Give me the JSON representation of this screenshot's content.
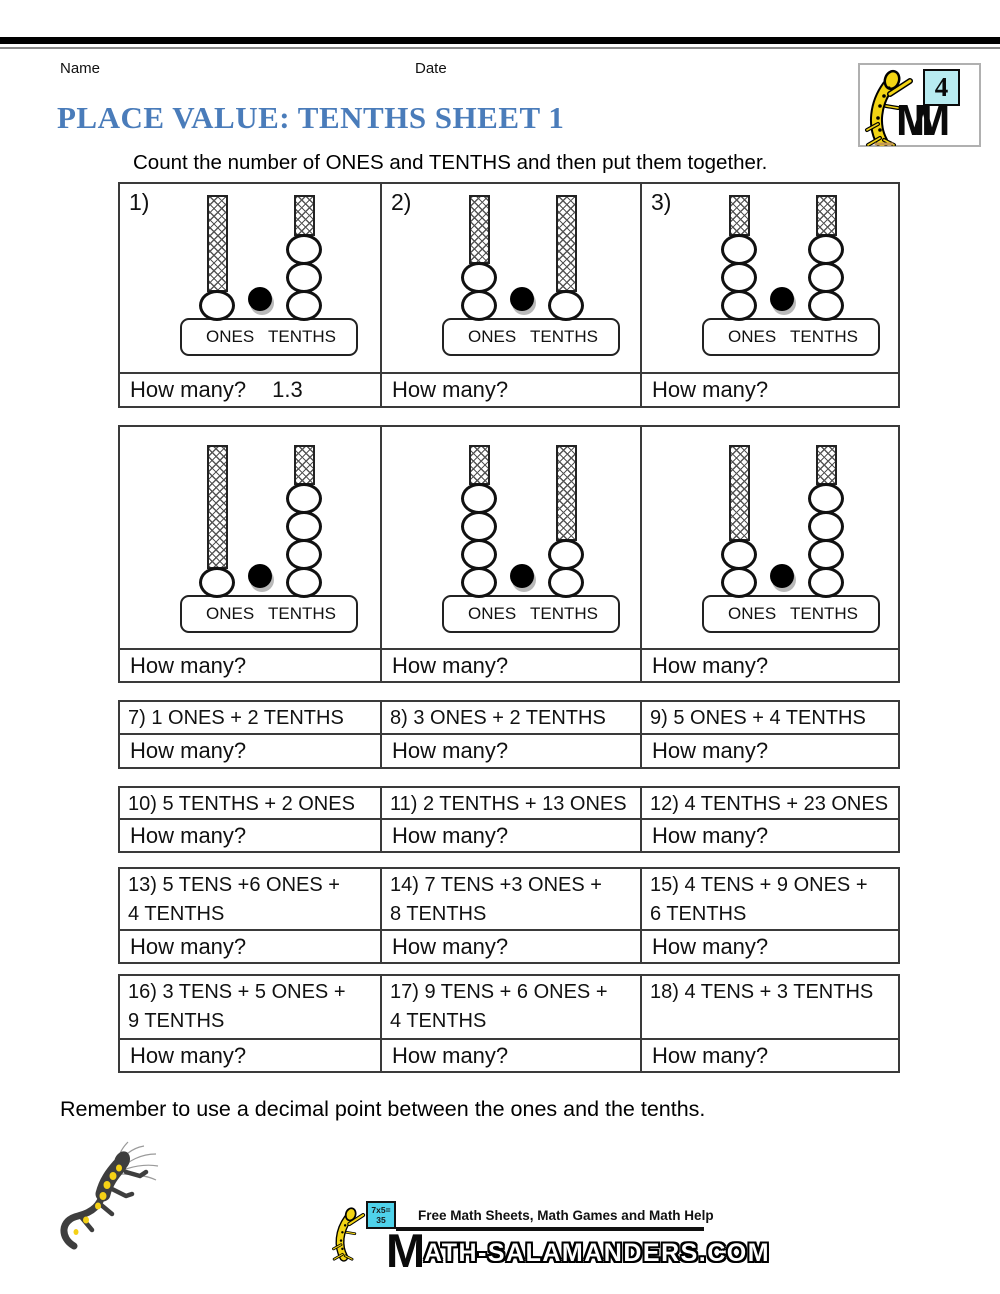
{
  "header": {
    "name_label": "Name",
    "date_label": "Date",
    "grade_badge_number": "4",
    "logo_m": "M",
    "title": "PLACE VALUE: TENTHS SHEET 1",
    "instruction": "Count the number of ONES and TENTHS and then put them together."
  },
  "abacus": {
    "ones_label": "ONES",
    "tenths_label": "TENTHS",
    "how_many_label": "How many?",
    "problems": [
      {
        "number": "1)",
        "ones_beads": 1,
        "tenths_beads": 3,
        "answer": "1.3"
      },
      {
        "number": "2)",
        "ones_beads": 2,
        "tenths_beads": 1,
        "answer": ""
      },
      {
        "number": "3)",
        "ones_beads": 3,
        "tenths_beads": 3,
        "answer": ""
      },
      {
        "number": "",
        "ones_beads": 1,
        "tenths_beads": 4,
        "answer": ""
      },
      {
        "number": "",
        "ones_beads": 4,
        "tenths_beads": 2,
        "answer": ""
      },
      {
        "number": "",
        "ones_beads": 2,
        "tenths_beads": 4,
        "answer": ""
      }
    ]
  },
  "word_problems": {
    "how_many_label": "How many?",
    "tables": [
      {
        "cells": [
          {
            "line1": "7) 1 ONES + 2 TENTHS",
            "line2": ""
          },
          {
            "line1": "8) 3 ONES + 2 TENTHS",
            "line2": ""
          },
          {
            "line1": "9) 5 ONES + 4 TENTHS",
            "line2": ""
          }
        ]
      },
      {
        "cells": [
          {
            "line1": "10) 5 TENTHS + 2 ONES",
            "line2": ""
          },
          {
            "line1": "11) 2 TENTHS + 13 ONES",
            "line2": ""
          },
          {
            "line1": "12) 4 TENTHS + 23 ONES",
            "line2": ""
          }
        ]
      },
      {
        "cells": [
          {
            "line1": "13) 5 TENS +6 ONES +",
            "line2": "4 TENTHS"
          },
          {
            "line1": "14) 7 TENS +3 ONES +",
            "line2": "8 TENTHS"
          },
          {
            "line1": "15) 4 TENS + 9 ONES +",
            "line2": "6 TENTHS"
          }
        ]
      },
      {
        "cells": [
          {
            "line1": "16) 3 TENS + 5 ONES +",
            "line2": "9 TENTHS"
          },
          {
            "line1": "17) 9 TENS + 6 ONES +",
            "line2": "4 TENTHS"
          },
          {
            "line1": "18) 4 TENS + 3 TENTHS",
            "line2": ""
          }
        ]
      }
    ]
  },
  "footer": {
    "reminder": "Remember to use a decimal point between the ones and the tenths.",
    "logo_board_line1": "7x5=",
    "logo_board_line2": "35",
    "tagline": "Free Math Sheets, Math Games and Math Help",
    "site_initial": "M",
    "site_rest": "ATH-SALAMANDERS.COM"
  },
  "colors": {
    "title_blue": "#4a7cba",
    "board_cyan": "#4fd2ea",
    "badge_board_cyan": "#b8ebf0",
    "salamander_yellow": "#f2d414",
    "table_border": "#3a3a3a"
  }
}
